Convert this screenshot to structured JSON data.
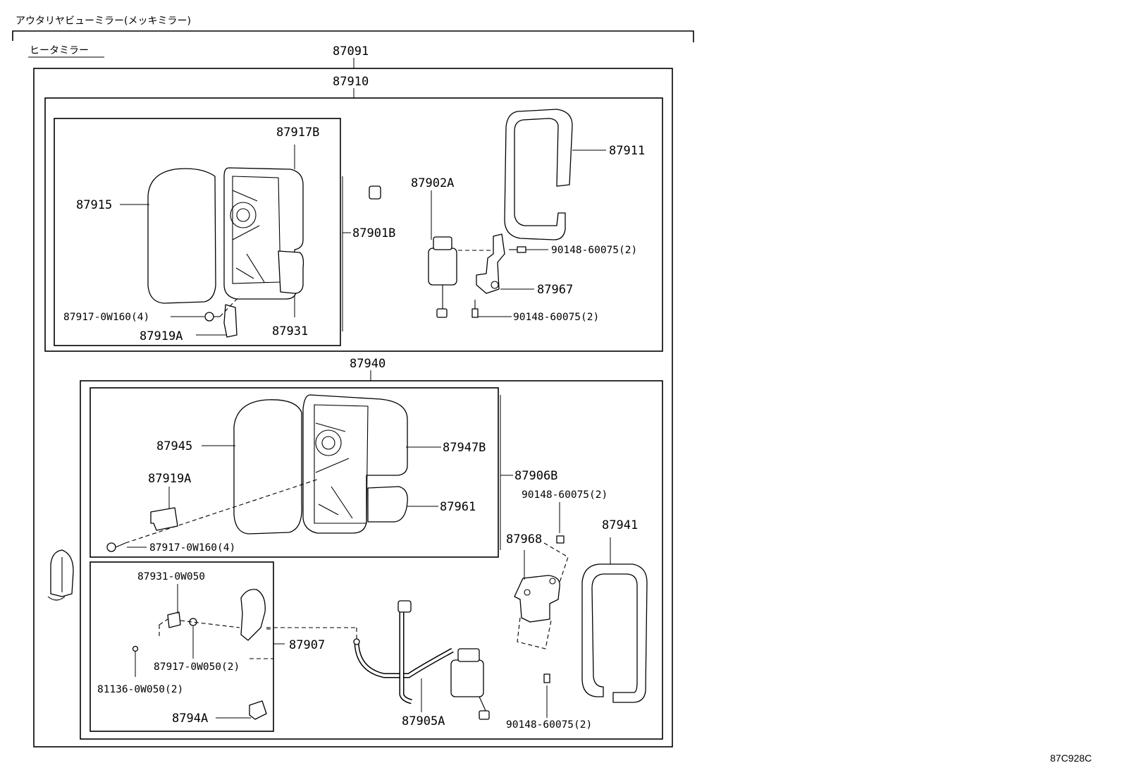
{
  "header": {
    "title": "アウタリヤビューミラー(メッキミラー)",
    "subtitle": "ヒータミラー",
    "figure_code": "87C928C"
  },
  "assembly_labels": {
    "a87091": "87091",
    "a87910": "87910",
    "a87940": "87940"
  },
  "upper_labels": {
    "p87917B": "87917B",
    "p87915": "87915",
    "p87901B": "87901B",
    "p87902A": "87902A",
    "p87911": "87911",
    "p90148a": "90148-60075(2)",
    "p87967": "87967",
    "p90148b": "90148-60075(2)",
    "p87917_0W160": "87917-0W160(4)",
    "p87919A": "87919A",
    "p87931": "87931"
  },
  "lower_labels": {
    "p87945": "87945",
    "p87947B": "87947B",
    "p87906B": "87906B",
    "p87919A": "87919A",
    "p87961": "87961",
    "p87917_0W160": "87917-0W160(4)",
    "p90148c": "90148-60075(2)",
    "p87968": "87968",
    "p87941": "87941",
    "p87931_0W050": "87931-0W050",
    "p87907": "87907",
    "p87917_0W050": "87917-0W050(2)",
    "p81136_0W050": "81136-0W050(2)",
    "p8794A": "8794A",
    "p87905A": "87905A",
    "p90148d": "90148-60075(2)"
  }
}
